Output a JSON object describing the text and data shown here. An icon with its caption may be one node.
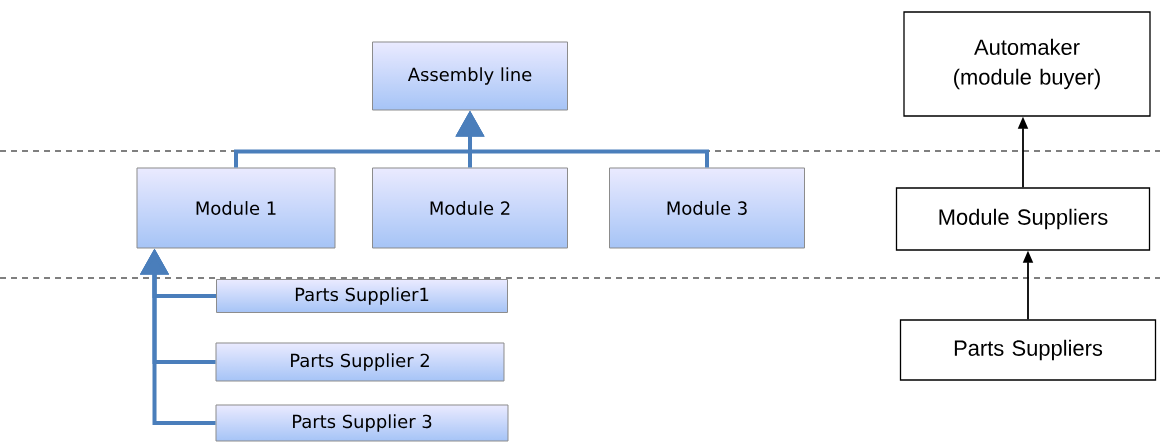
{
  "diagram": {
    "nodes": [
      {
        "text": [
          "Assembly line"
        ]
      },
      {
        "text": [
          "Module 1"
        ]
      },
      {
        "text": [
          "Module 2"
        ]
      },
      {
        "text": [
          "Module 3"
        ]
      },
      {
        "text": [
          "Parts Supplier1"
        ]
      },
      {
        "text": [
          "Parts Supplier 2"
        ]
      },
      {
        "text": [
          "Parts Supplier 3"
        ]
      },
      {
        "text": [
          "Automaker (module buyer)"
        ]
      },
      {
        "text": [
          "Module Suppliers"
        ]
      },
      {
        "text": [
          "Parts Suppliers"
        ]
      }
    ],
    "edges": [
      {
        "from": 1,
        "to": 0,
        "arrow": "to"
      },
      {
        "from": 2,
        "to": 0,
        "arrow": "to"
      },
      {
        "from": 3,
        "to": 0,
        "arrow": "to"
      },
      {
        "from": 4,
        "to": 1,
        "arrow": "to"
      },
      {
        "from": 5,
        "to": 1,
        "arrow": "to"
      },
      {
        "from": 6,
        "to": 1,
        "arrow": "to"
      },
      {
        "from": 8,
        "to": 7,
        "arrow": "to",
        "color": "#000000"
      },
      {
        "from": 9,
        "to": 8,
        "arrow": "to",
        "color": "#000000"
      }
    ]
  }
}
